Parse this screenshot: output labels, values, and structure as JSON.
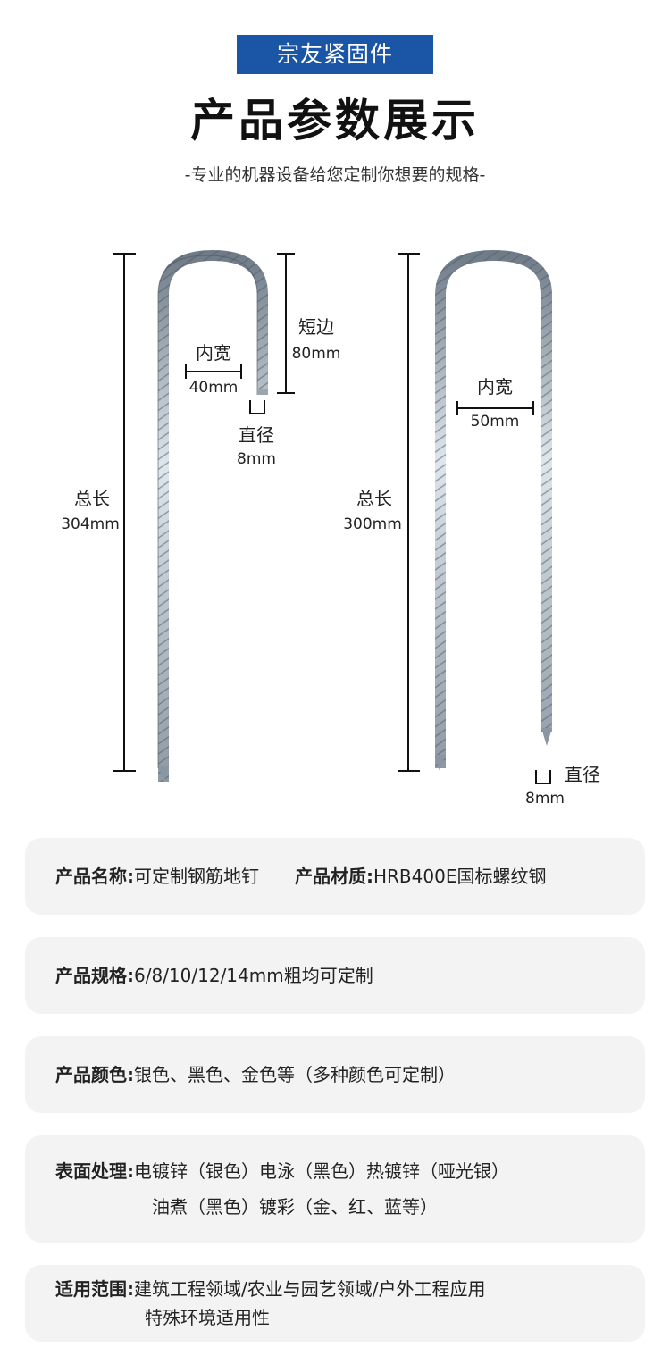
{
  "header": {
    "brand": "宗友紧固件",
    "title": "产品参数展示",
    "subtitle": "-专业的机器设备给您定制你想要的规格-"
  },
  "diagram": {
    "left_stake": {
      "total_length_label": "总长",
      "total_length_value": "304mm",
      "short_side_label": "短边",
      "short_side_value": "80mm",
      "inner_width_label": "内宽",
      "inner_width_value": "40mm",
      "diameter_label": "直径",
      "diameter_value": "8mm"
    },
    "right_stake": {
      "total_length_label": "总长",
      "total_length_value": "300mm",
      "inner_width_label": "内宽",
      "inner_width_value": "50mm",
      "diameter_label": "直径",
      "diameter_value": "8mm"
    }
  },
  "specs": {
    "name_label": "产品名称:",
    "name_value": "可定制钢筋地钉",
    "material_label": "产品材质:",
    "material_value": "HRB400E国标螺纹钢",
    "spec_label": "产品规格:",
    "spec_value": "6/8/10/12/14mm粗均可定制",
    "color_label": "产品颜色:",
    "color_value": "银色、黑色、金色等（多种颜色可定制）",
    "surface_label": "表面处理:",
    "surface_line1": "电镀锌（银色）电泳（黑色）热镀锌（哑光银）",
    "surface_line2": "油煮（黑色）镀彩（金、红、蓝等）",
    "usage_label": "适用范围:",
    "usage_line1": "建筑工程领域/农业与园艺领域/户外工程应用",
    "usage_line2": "特殊环境适用性"
  },
  "colors": {
    "brand_blue": "#1a55a6",
    "card_bg": "#f3f3f3",
    "steel": "#a8b4bf"
  }
}
